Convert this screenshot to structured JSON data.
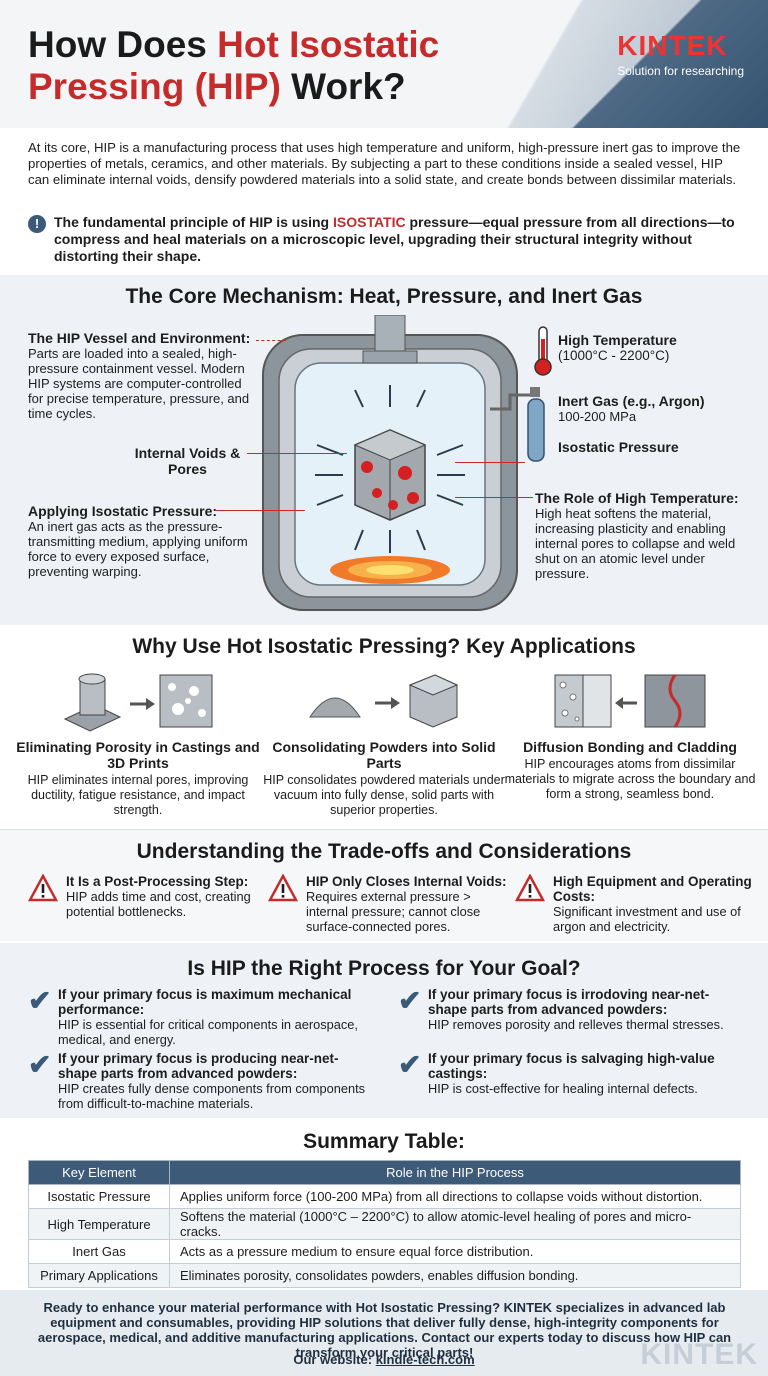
{
  "header": {
    "title_part1": "How Does ",
    "title_red": "Hot Isostatic Pressing (HIP)",
    "title_part2": " Work?",
    "logo_name": "KINTEK",
    "logo_tagline": "Solution for researching"
  },
  "intro": {
    "text": "At its core, HIP is a manufacturing process that uses high temperature and uniform, high-pressure inert gas to improve the properties of metals, ceramics, and other materials. By subjecting a part to these conditions inside a sealed vessel, HIP can eliminate internal voids, densify powdered materials into a solid state, and create bonds between dissimilar materials.",
    "principle_a": "The fundamental principle of HIP is using ",
    "principle_red": "ISOSTATIC",
    "principle_b": " pressure—equal pressure from all directions—to compress and heal materials on a microscopic level, upgrading their structural integrity without distorting their shape."
  },
  "core": {
    "title": "The Core Mechanism: Heat, Pressure, and Inert Gas",
    "vessel_title": "The HIP Vessel and Environment:",
    "vessel_text": "Parts are loaded into a sealed, high-pressure containment vessel. Modern HIP systems are computer-controlled for precise temperature, pressure, and time cycles.",
    "voids_label": "Internal Voids & Pores",
    "pressure_title": "Applying Isostatic Pressure:",
    "pressure_text": "An inert gas acts as the pressure-transmitting medium, applying uniform force to every exposed surface, preventing warping.",
    "temp_title": "High Temperature",
    "temp_range": "(1000°C - 2200°C)",
    "gas_title": "Inert Gas (e.g., Argon)",
    "gas_range": "100-200 MPa",
    "iso_label": "Isostatic Pressure",
    "role_title": "The Role of High Temperature:",
    "role_text": "High heat softens the material, increasing plasticity and enabling internal pores to collapse and weld shut on an atomic level under pressure."
  },
  "apps": {
    "title": "Why Use Hot Isostatic Pressing? Key Applications",
    "items": [
      {
        "title": "Eliminating Porosity in Castings and 3D Prints",
        "text": "HIP eliminates internal pores, improving ductility, fatigue resistance, and impact strength."
      },
      {
        "title": "Consolidating Powders into Solid Parts",
        "text": "HIP consolidates powdered materials under vacuum into fully dense, solid parts with superior properties."
      },
      {
        "title": "Diffusion Bonding and Cladding",
        "text": "HIP encourages atoms from dissimilar materials to migrate across the boundary and form a strong, seamless bond."
      }
    ]
  },
  "trade": {
    "title": "Understanding the Trade-offs and Considerations",
    "items": [
      {
        "title": "It Is a Post-Processing Step:",
        "text": "HIP adds time and cost, creating potential bottlenecks."
      },
      {
        "title": "HIP Only Closes Internal Voids:",
        "text": "Requires external pressure > internal pressure; cannot close surface-connected pores."
      },
      {
        "title": "High Equipment and Operating Costs:",
        "text": "Significant investment and use of argon and electricity."
      }
    ]
  },
  "goal": {
    "title": "Is HIP the Right Process for Your Goal?",
    "items": [
      {
        "title": "If your primary focus is maximum mechanical performance:",
        "text": "HIP is essential for critical components in aerospace, medical, and energy."
      },
      {
        "title": "If your primary focus is irrodoving near-net-shape parts from advanced powders:",
        "text": "HIP removes porosity and relleves thermal stresses."
      },
      {
        "title": "If your primary focus is producing near-net-shape parts from advanced powders:",
        "text": "HIP creates fully dense components from components from difficult-to-machine materials."
      },
      {
        "title": "If your primary focus is salvaging high-value castings:",
        "text": "HIP is cost-effective for healing internal defects."
      }
    ]
  },
  "summary": {
    "title": "Summary Table:",
    "headers": [
      "Key Element",
      "Role in the HIP Process"
    ],
    "rows": [
      [
        "Isostatic Pressure",
        "Applies uniform force (100-200 MPa) from all directions to collapse voids without distortion."
      ],
      [
        "High Temperature",
        "Softens the material (1000°C – 2200°C) to allow atomic-level healing of pores and micro-cracks."
      ],
      [
        "Inert Gas",
        "Acts as a pressure medium to ensure equal force distribution."
      ],
      [
        "Primary Applications",
        "Eliminates porosity, consolidates powders, enables diffusion bonding."
      ]
    ]
  },
  "footer": {
    "text": "Ready to enhance your material performance with Hot Isostatic Pressing? KINTEK specializes in advanced lab equipment and consumables, providing HIP solutions that deliver fully dense, high-integrity components for aerospace, medical, and additive manufacturing applications. Contact our experts today to discuss how HIP can transform your critical parts!",
    "site_label": "Our website: ",
    "site_url": "kindle-tech.com",
    "watermark": "KINTEK"
  },
  "colors": {
    "accent_red": "#c62b2b",
    "navy": "#3d5a78"
  }
}
